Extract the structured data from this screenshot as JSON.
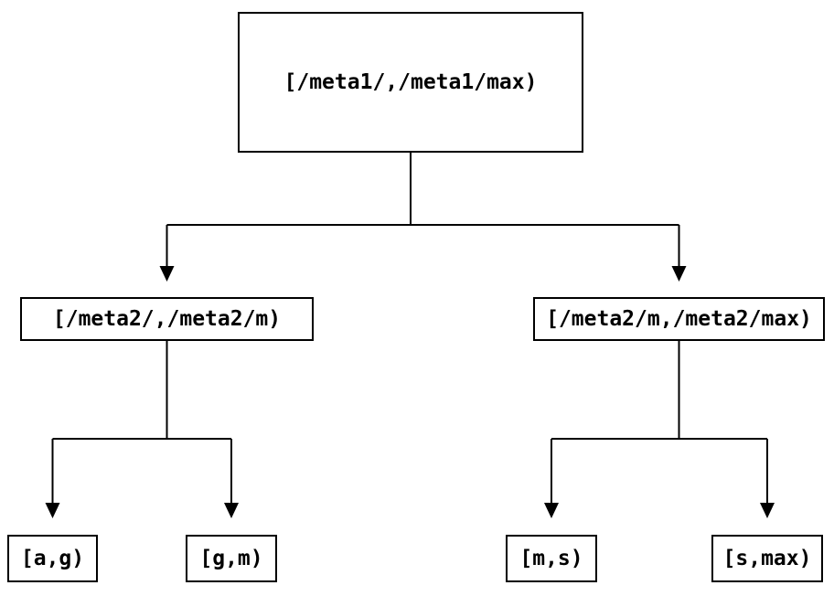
{
  "diagram": {
    "type": "tree",
    "description": "Two-level binary partition tree of key ranges",
    "colors": {
      "background": "#ffffff",
      "line": "#000000",
      "box_border": "#000000",
      "text": "#000000"
    },
    "nodes": {
      "root": {
        "label": "[/meta1/,/meta1/max)"
      },
      "left": {
        "label": "[/meta2/,/meta2/m)"
      },
      "right": {
        "label": "[/meta2/m,/meta2/max)"
      },
      "leaf_ag": {
        "label": "[a,g)"
      },
      "leaf_gm": {
        "label": "[g,m)"
      },
      "leaf_ms": {
        "label": "[m,s)"
      },
      "leaf_smax": {
        "label": "[s,max)"
      }
    },
    "edges": [
      {
        "from": "root",
        "to": "left",
        "arrow": "down"
      },
      {
        "from": "root",
        "to": "right",
        "arrow": "down"
      },
      {
        "from": "left",
        "to": "leaf_ag",
        "arrow": "down"
      },
      {
        "from": "left",
        "to": "leaf_gm",
        "arrow": "down"
      },
      {
        "from": "right",
        "to": "leaf_ms",
        "arrow": "down"
      },
      {
        "from": "right",
        "to": "leaf_smax",
        "arrow": "down"
      }
    ]
  }
}
